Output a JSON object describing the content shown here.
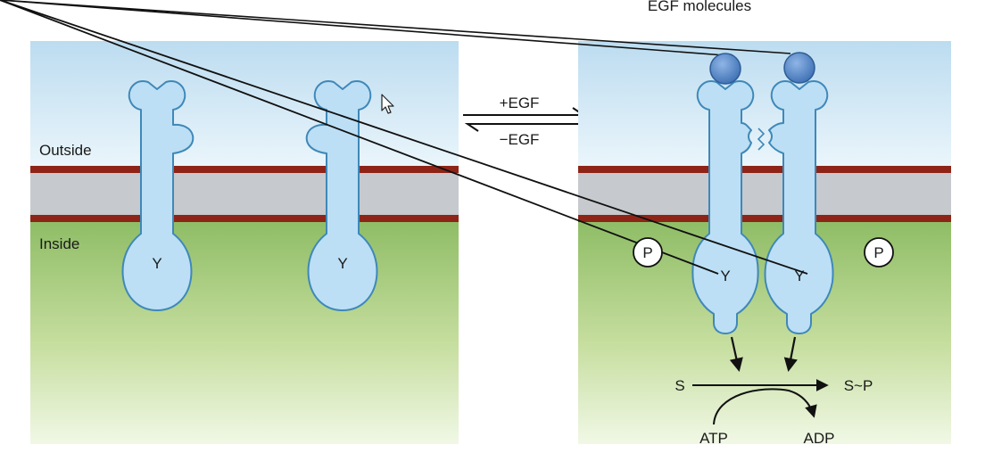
{
  "labels": {
    "egf_molecules": "EGF molecules",
    "outside": "Outside",
    "inside": "Inside",
    "plus_egf": "+EGF",
    "minus_egf": "−EGF",
    "tyrosine": "Y",
    "phosphate": "P",
    "substrate": "S",
    "phospho_substrate": "S~P",
    "atp": "ATP",
    "adp": "ADP"
  },
  "colors": {
    "sky": "#bfe0f2",
    "membrane_band": "#c6c9cd",
    "membrane_line": "#8e2417",
    "cytoplasm_top": "#93c06a",
    "receptor_fill": "#bcdff5",
    "receptor_stroke": "#3f88b8",
    "egf_ligand": "#4f86c6"
  }
}
